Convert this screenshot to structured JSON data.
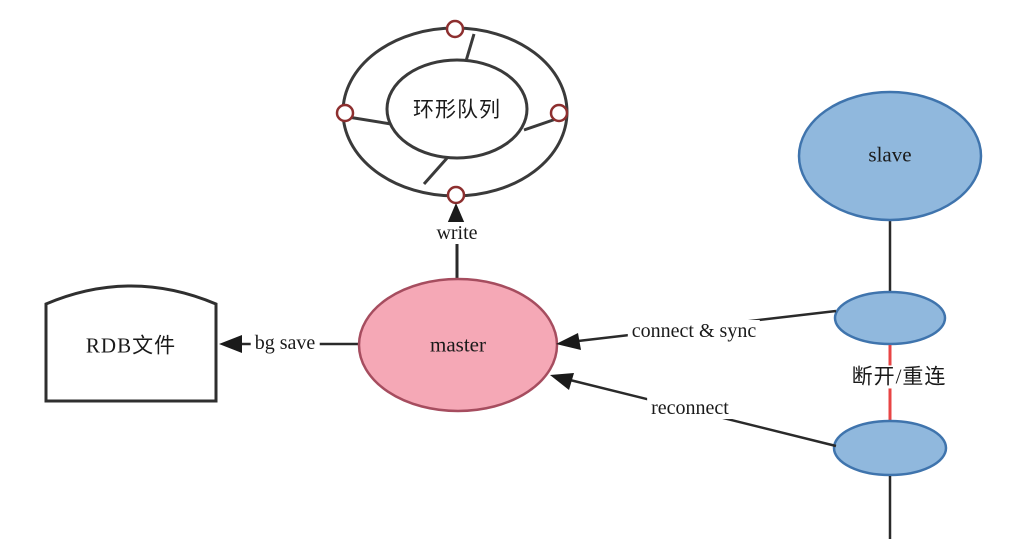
{
  "diagram": {
    "background": "#ffffff",
    "nodes": {
      "ring_queue": {
        "label": "环形队列",
        "fill": "#ffffff",
        "border": "#3a3a3a",
        "marker_border": "#8d2f2f"
      },
      "master": {
        "label": "master",
        "fill": "#f5a8b6",
        "border": "#a64d5f"
      },
      "slave": {
        "label": "slave",
        "fill": "#90b8dd",
        "border": "#3f74ad"
      },
      "replica_top": {
        "fill": "#90b8dd",
        "border": "#3f74ad"
      },
      "replica_bottom": {
        "fill": "#90b8dd",
        "border": "#3f74ad"
      },
      "rdb_file": {
        "label": "RDB文件",
        "fill": "#ffffff",
        "border": "#2f2f2f"
      }
    },
    "edges": {
      "write": {
        "label": "write",
        "from": "master",
        "to": "ring_queue"
      },
      "bg_save": {
        "label": "bg save",
        "from": "master",
        "to": "rdb_file"
      },
      "connect_sync": {
        "label": "connect & sync",
        "from": "replica_top",
        "to": "master"
      },
      "reconnect": {
        "label": "reconnect",
        "from": "replica_bottom",
        "to": "master"
      },
      "disconnect_reconnect": {
        "label": "断开/重连",
        "color": "#e84545"
      }
    },
    "colors": {
      "line": "#2a2a2a",
      "arrow": "#1a1a1a",
      "text": "#1a1a1a"
    }
  }
}
